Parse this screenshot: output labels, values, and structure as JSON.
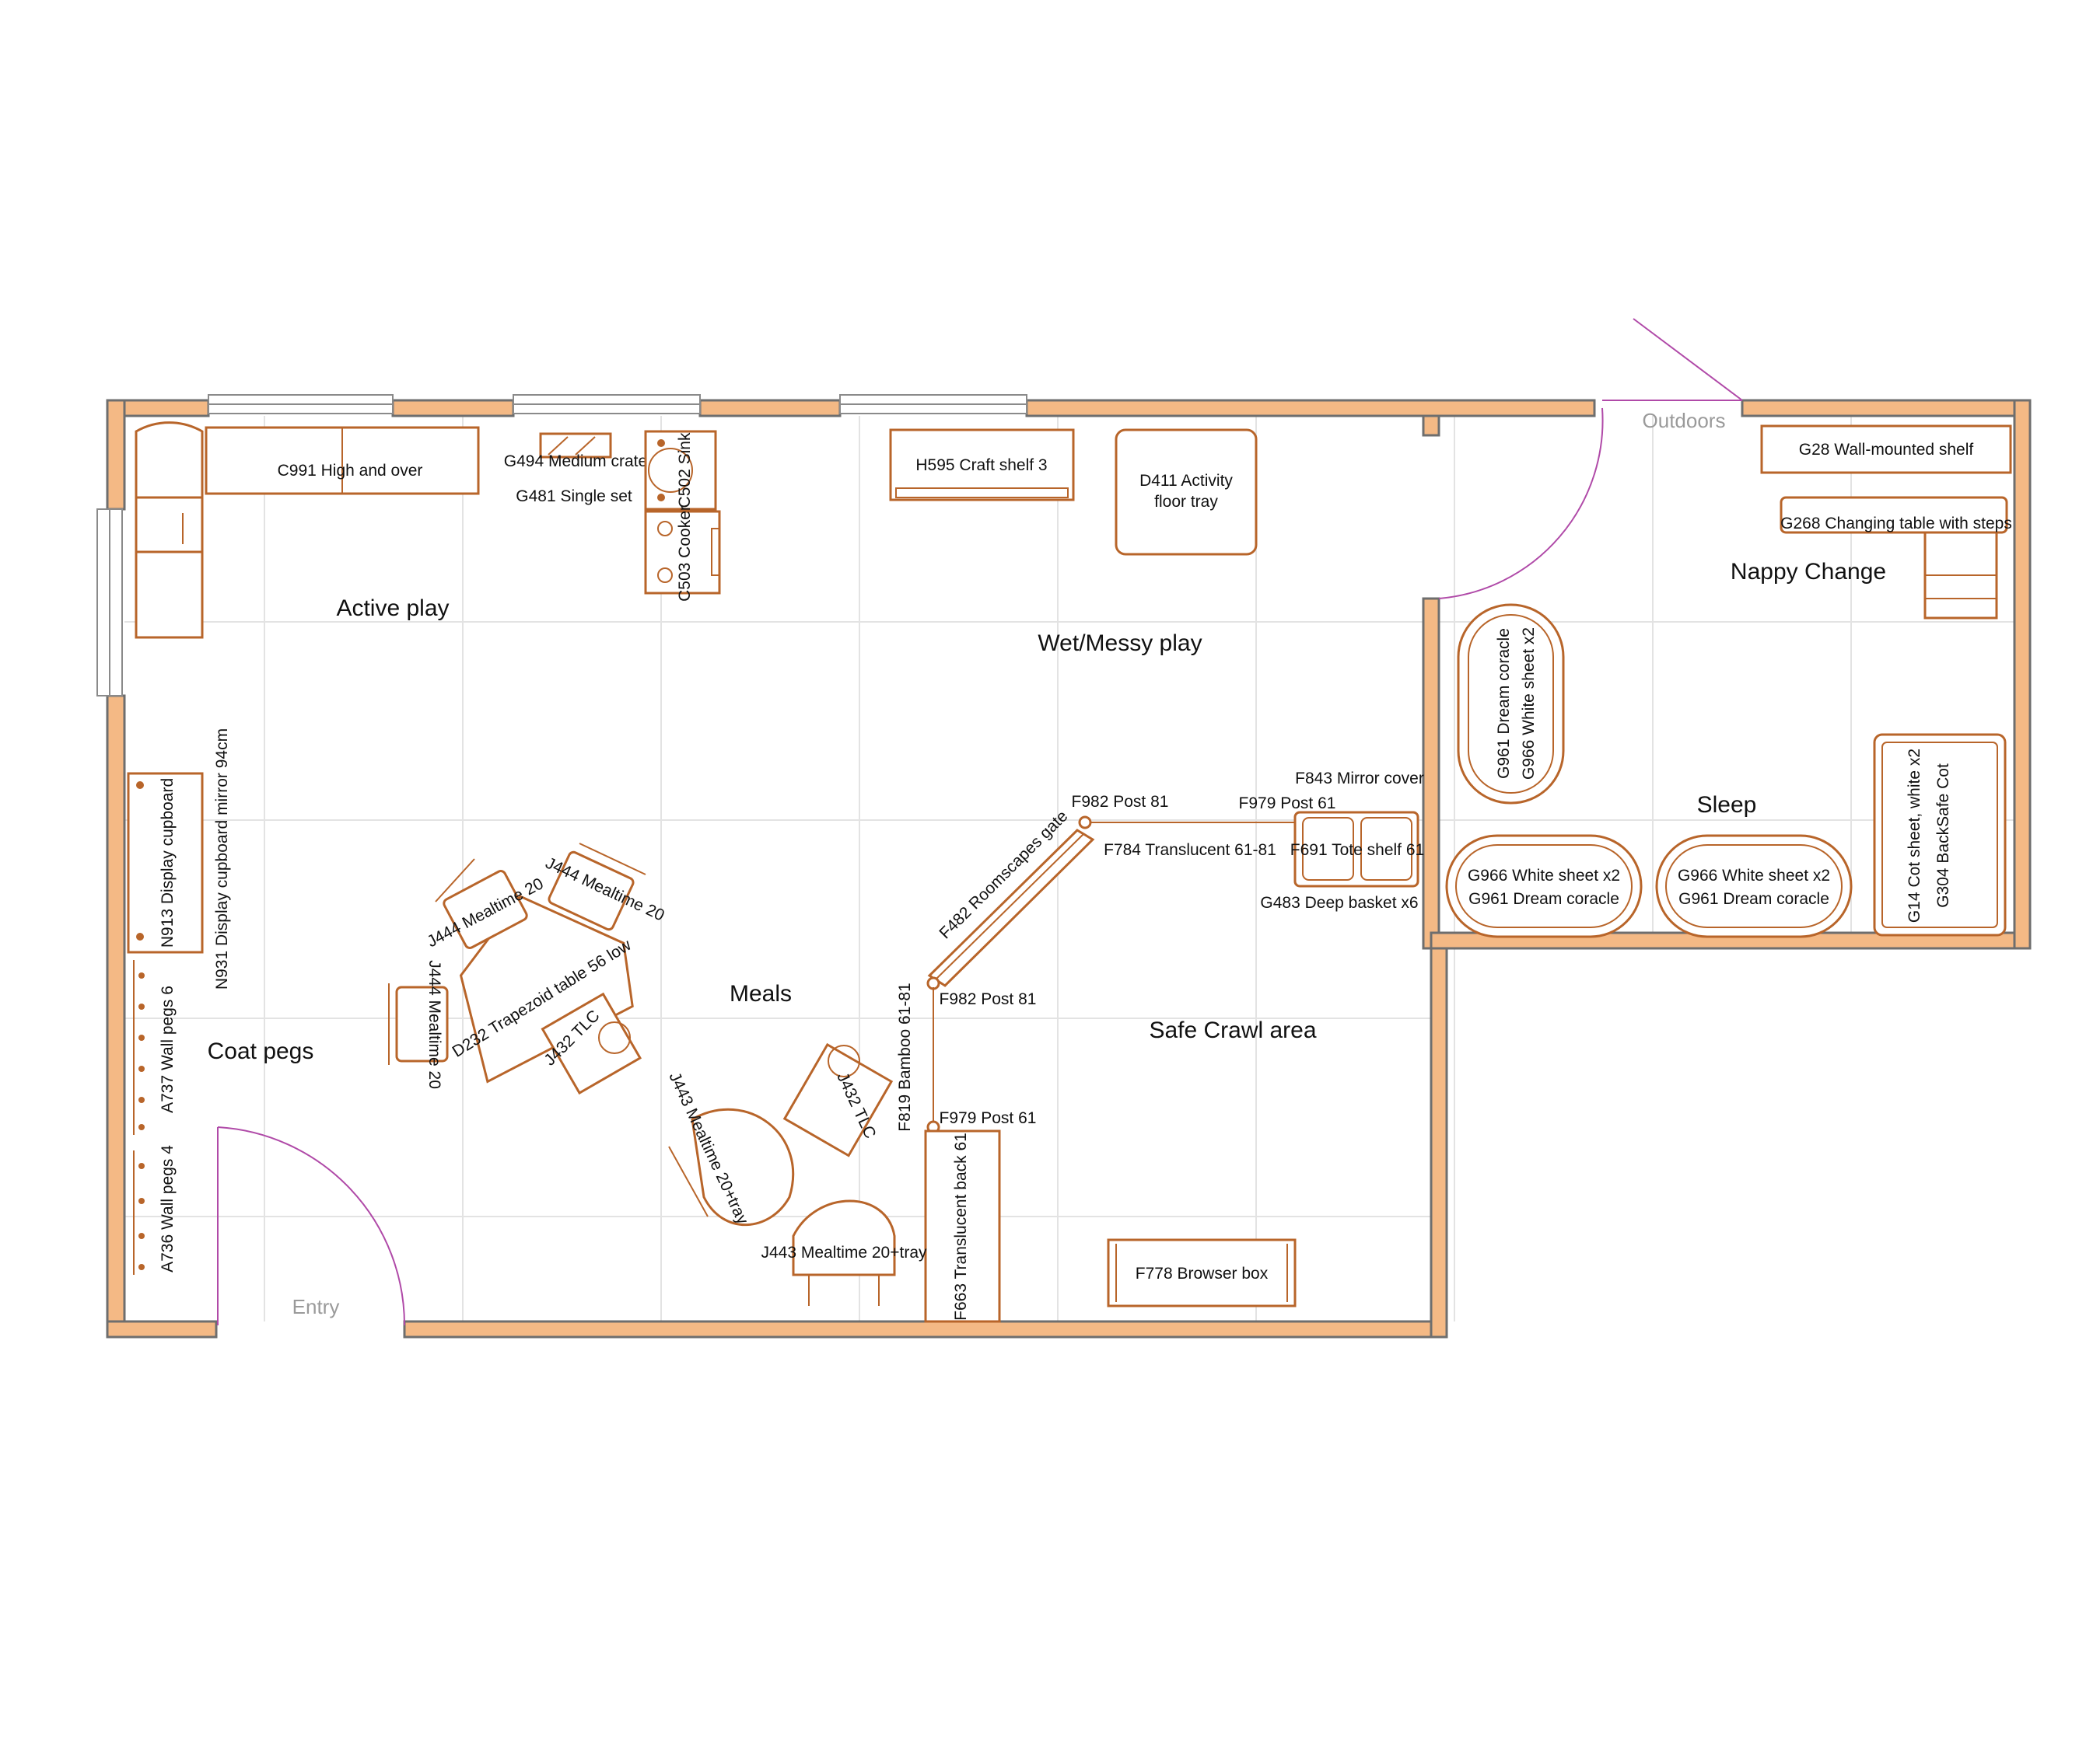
{
  "zones": {
    "active_play": "Active play",
    "wet_messy_play": "Wet/Messy play",
    "nappy_change": "Nappy Change",
    "sleep": "Sleep",
    "meals": "Meals",
    "coat_pegs": "Coat pegs",
    "safe_crawl": "Safe Crawl area"
  },
  "doors": {
    "entry": "Entry",
    "outdoors": "Outdoors"
  },
  "items": {
    "c991": "C991 High and over",
    "g494": "G494 Medium crate",
    "g481": "G481 Single set",
    "c502": "C502 Sink",
    "c503": "C503 Cooker",
    "h595": "H595 Craft shelf 3",
    "d411_1": "D411 Activity",
    "d411_2": "floor tray",
    "g28": "G28 Wall-mounted shelf",
    "g268": "G268 Changing table with steps",
    "g961_v": "G961 Dream coracle",
    "g966_v": "G966 White sheet x2",
    "g966_a": "G966 White sheet x2",
    "g961_a": "G961 Dream coracle",
    "g966_b": "G966 White sheet x2",
    "g961_b": "G961 Dream coracle",
    "g14": "G14 Cot sheet, white x2",
    "g304": "G304 BackSafe Cot",
    "f843": "F843 Mirror cover",
    "f979_top": "F979 Post 61",
    "f982_top": "F982 Post 81",
    "f784": "F784 Translucent 61-81",
    "f691": "F691 Tote shelf 61",
    "g483": "G483 Deep basket x6",
    "f482": "F482 Roomscapes gate",
    "f982_mid": "F982 Post 81",
    "f819": "F819 Bamboo 61-81",
    "f979_low": "F979 Post 61",
    "f663": "F663 Translucent back 61",
    "f778": "F778 Browser box",
    "n913": "N913 Display cupboard",
    "n931": "N931 Display cupboard mirror 94cm",
    "a737": "A737 Wall pegs 6",
    "a736": "A736 Wall pegs 4",
    "j444_a": "J444 Mealtime 20",
    "j444_b": "J444 Mealtime 20",
    "j444_c": "J444 Mealtime 20",
    "d232": "D232 Trapezoid table 56 low",
    "j432_a": "J432 TLC",
    "j432_b": "J432 TLC",
    "j443_a": "J443 Mealtime 20+tray",
    "j443_b": "J443 Mealtime 20+tray"
  },
  "colors": {
    "wall_fill": "#f4b985",
    "furniture_stroke": "#b8652a",
    "door_swing": "#b04aa8"
  }
}
